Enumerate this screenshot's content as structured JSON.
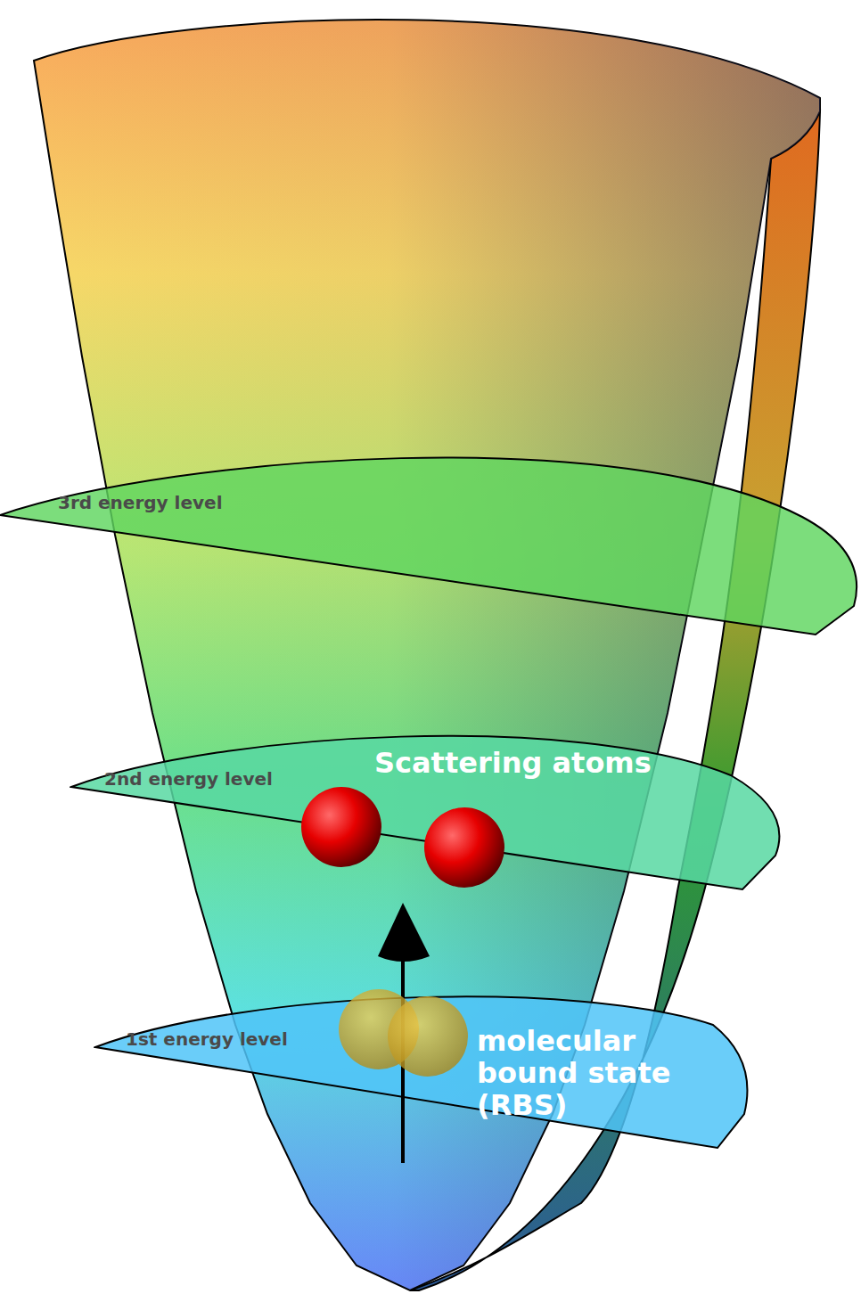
{
  "diagram": {
    "nodes": [
      {
        "text": [
          "3rd energy level"
        ]
      },
      {
        "text": [
          "2nd energy level"
        ]
      },
      {
        "text": [
          "1st energy level"
        ]
      }
    ],
    "labels": [
      "Scattering atoms",
      "molecular bound state (RBS)"
    ]
  }
}
